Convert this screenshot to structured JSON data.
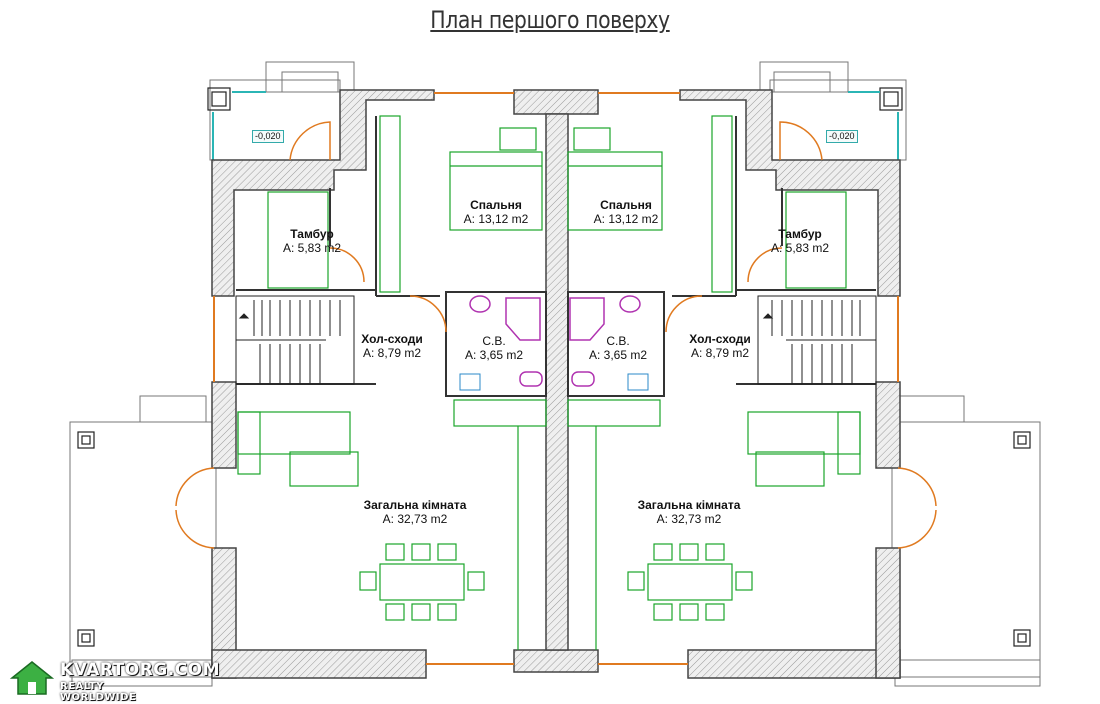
{
  "title": "План першого поверху",
  "levels": {
    "left": "-0,020",
    "right": "-0,020"
  },
  "rooms": [
    {
      "name": "Спальня",
      "area": "A: 13,12 m2"
    },
    {
      "name": "Спальня",
      "area": "A: 13,12 m2"
    },
    {
      "name": "Тамбур",
      "area": "A: 5,83 m2"
    },
    {
      "name": "Тамбур",
      "area": "A: 5,83 m2"
    },
    {
      "name": "Хол-сходи",
      "area": "A: 8,79 m2"
    },
    {
      "name": "Хол-сходи",
      "area": "A: 8,79 m2"
    },
    {
      "name": "С.В.",
      "area": "A: 3,65 m2"
    },
    {
      "name": "С.В.",
      "area": "A: 3,65 m2"
    },
    {
      "name": "Загальна кімната",
      "area": "A: 32,73 m2"
    },
    {
      "name": "Загальна кімната",
      "area": "A: 32,73 m2"
    }
  ],
  "watermark": {
    "line1": "KVARTORG.COM",
    "line2": "REALTY WORLDWIDE"
  },
  "colors": {
    "wall": "#555555",
    "hatch": "#d8d8d8",
    "furniture": "#1aa52a",
    "fixtures": "#b033b0",
    "doors": "#e07a20",
    "glass": "#2bb5b5"
  }
}
